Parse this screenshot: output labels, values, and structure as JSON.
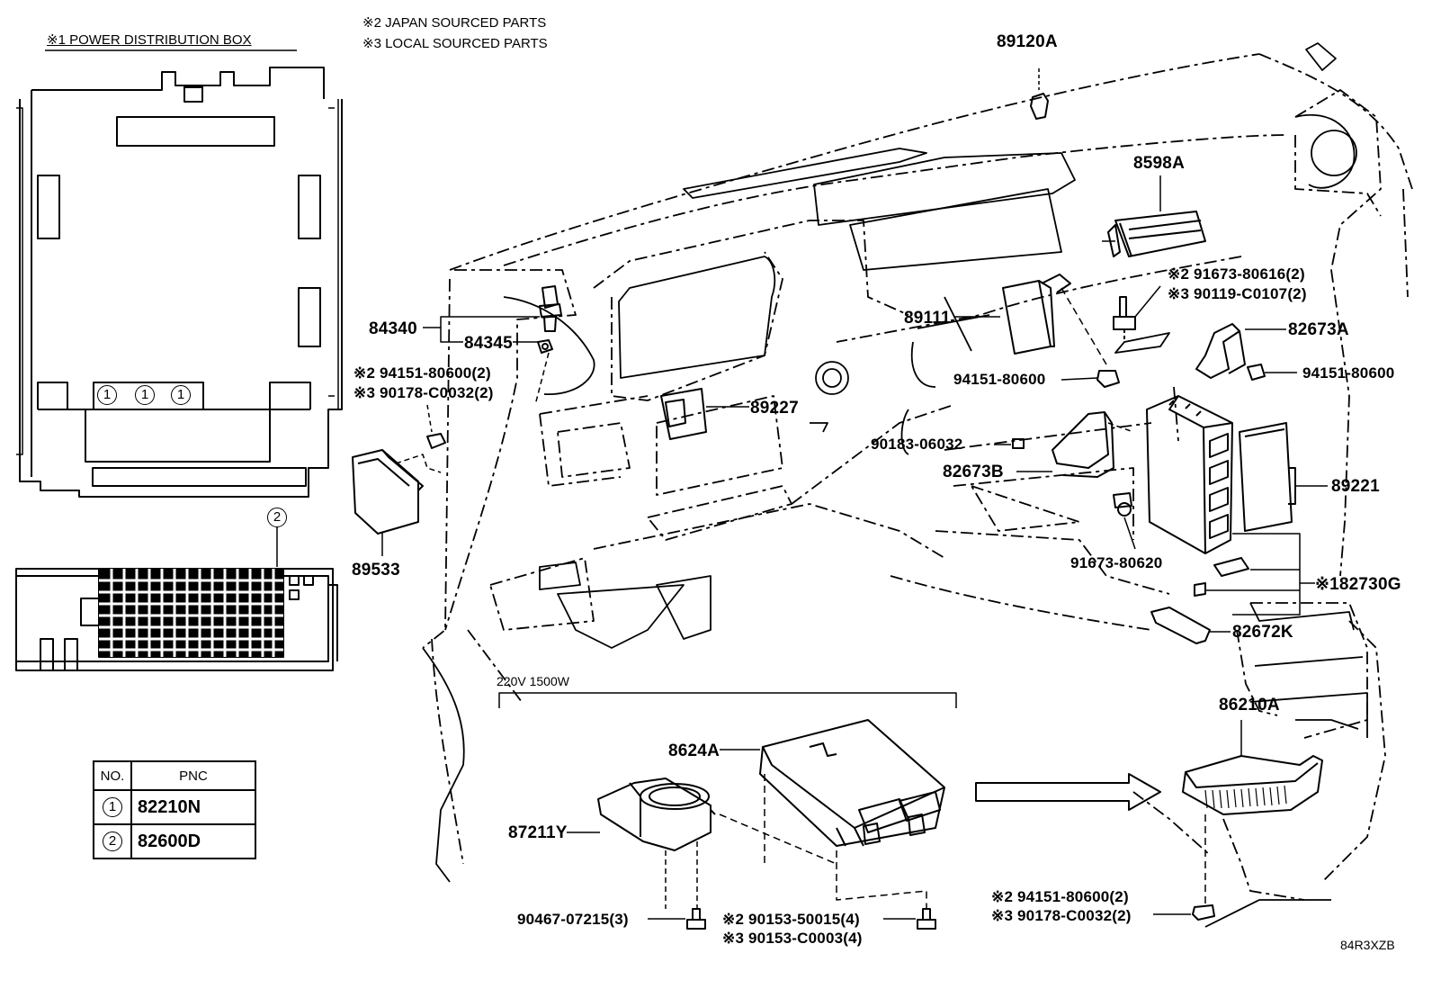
{
  "header": {
    "power_box_label": "※1  POWER DISTRIBUTION BOX",
    "note_japan": "※2 JAPAN SOURCED PARTS",
    "note_local": "※3 LOCAL SOURCED PARTS"
  },
  "callouts": {
    "p89120A": "89120A",
    "p8598A": "8598A",
    "p91673_80616": "※2 91673-80616(2)",
    "p90119_C0107": "※3 90119-C0107(2)",
    "p84340": "84340",
    "p84345": "84345",
    "p89111": "89111",
    "p82673A": "82673A",
    "p94151_80600_left_j": "※2 94151-80600(2)",
    "p90178_C0032_left": "※3 90178-C0032(2)",
    "p94151_80600_mid": "94151-80600",
    "p94151_80600_right": "94151-80600",
    "p89227": "89227",
    "p90183_06032": "90183-06032",
    "p82673B": "82673B",
    "p89221": "89221",
    "p89533": "89533",
    "p91673_80620": "91673-80620",
    "p82730G": "※182730G",
    "p82672K": "82672K",
    "p220v": "220V 1500W",
    "p86210A": "86210A",
    "p8624A": "8624A",
    "p87211Y": "87211Y",
    "p90467_07215": "90467-07215(3)",
    "p90153_50015": "※2 90153-50015(4)",
    "p90153_C0003": "※3 90153-C0003(4)",
    "p94151_80600_bottom": "※2 94151-80600(2)",
    "p90178_C0032_bottom": "※3 90178-C0032(2)",
    "diagram_code": "84R3XZB"
  },
  "power_box": {
    "markers": [
      "1",
      "1",
      "1"
    ],
    "marker2": "2"
  },
  "pnc_table": {
    "header_no": "NO.",
    "header_pnc": "PNC",
    "rows": [
      {
        "no": "1",
        "pnc": "82210N"
      },
      {
        "no": "2",
        "pnc": "82600D"
      }
    ]
  }
}
